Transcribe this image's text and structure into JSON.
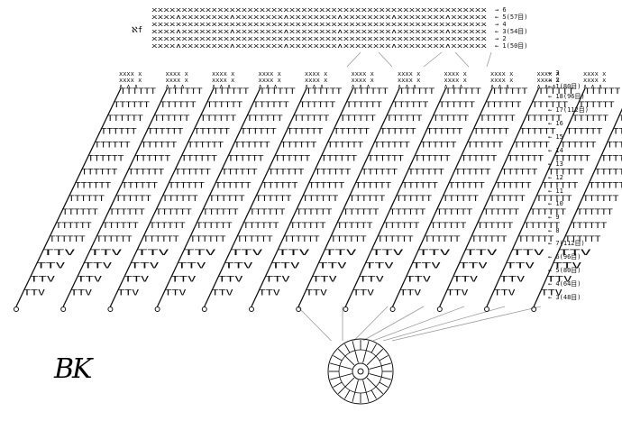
{
  "top_band": {
    "side_mark": "ℵf",
    "row_labels": [
      {
        "arrow": "→",
        "text": "6"
      },
      {
        "arrow": "←",
        "text": "5(57目)"
      },
      {
        "arrow": "→",
        "text": "4"
      },
      {
        "arrow": "←",
        "text": "3(54目)"
      },
      {
        "arrow": "→",
        "text": "2"
      },
      {
        "arrow": "←",
        "text": "1(50目)"
      }
    ]
  },
  "main_chart": {
    "row_labels": [
      {
        "arrow": "←",
        "text": "3"
      },
      {
        "arrow": "→",
        "text": "2"
      },
      {
        "arrow": "←",
        "text": "1(80目)"
      },
      {
        "arrow": "←",
        "text": "18(96目)"
      },
      {
        "arrow": "←",
        "text": "17(112目)"
      },
      {
        "arrow": "←",
        "text": "16"
      },
      {
        "arrow": "←",
        "text": "15"
      },
      {
        "arrow": "←",
        "text": "14"
      },
      {
        "arrow": "←",
        "text": "13"
      },
      {
        "arrow": "←",
        "text": "12"
      },
      {
        "arrow": "←",
        "text": "11"
      },
      {
        "arrow": "←",
        "text": "10"
      },
      {
        "arrow": "←",
        "text": "9"
      },
      {
        "arrow": "←",
        "text": "8"
      },
      {
        "arrow": "←",
        "text": "7(112目)"
      },
      {
        "arrow": "←",
        "text": "6(96目)"
      },
      {
        "arrow": "←",
        "text": "5(80目)"
      },
      {
        "arrow": "←",
        "text": "4(64目)"
      },
      {
        "arrow": "←",
        "text": "3(48目)"
      }
    ],
    "wedge_count": 12
  },
  "signature": "BK",
  "colors": {
    "ink": "#111111",
    "paper": "#ffffff",
    "guide": "#9a9a9a"
  }
}
